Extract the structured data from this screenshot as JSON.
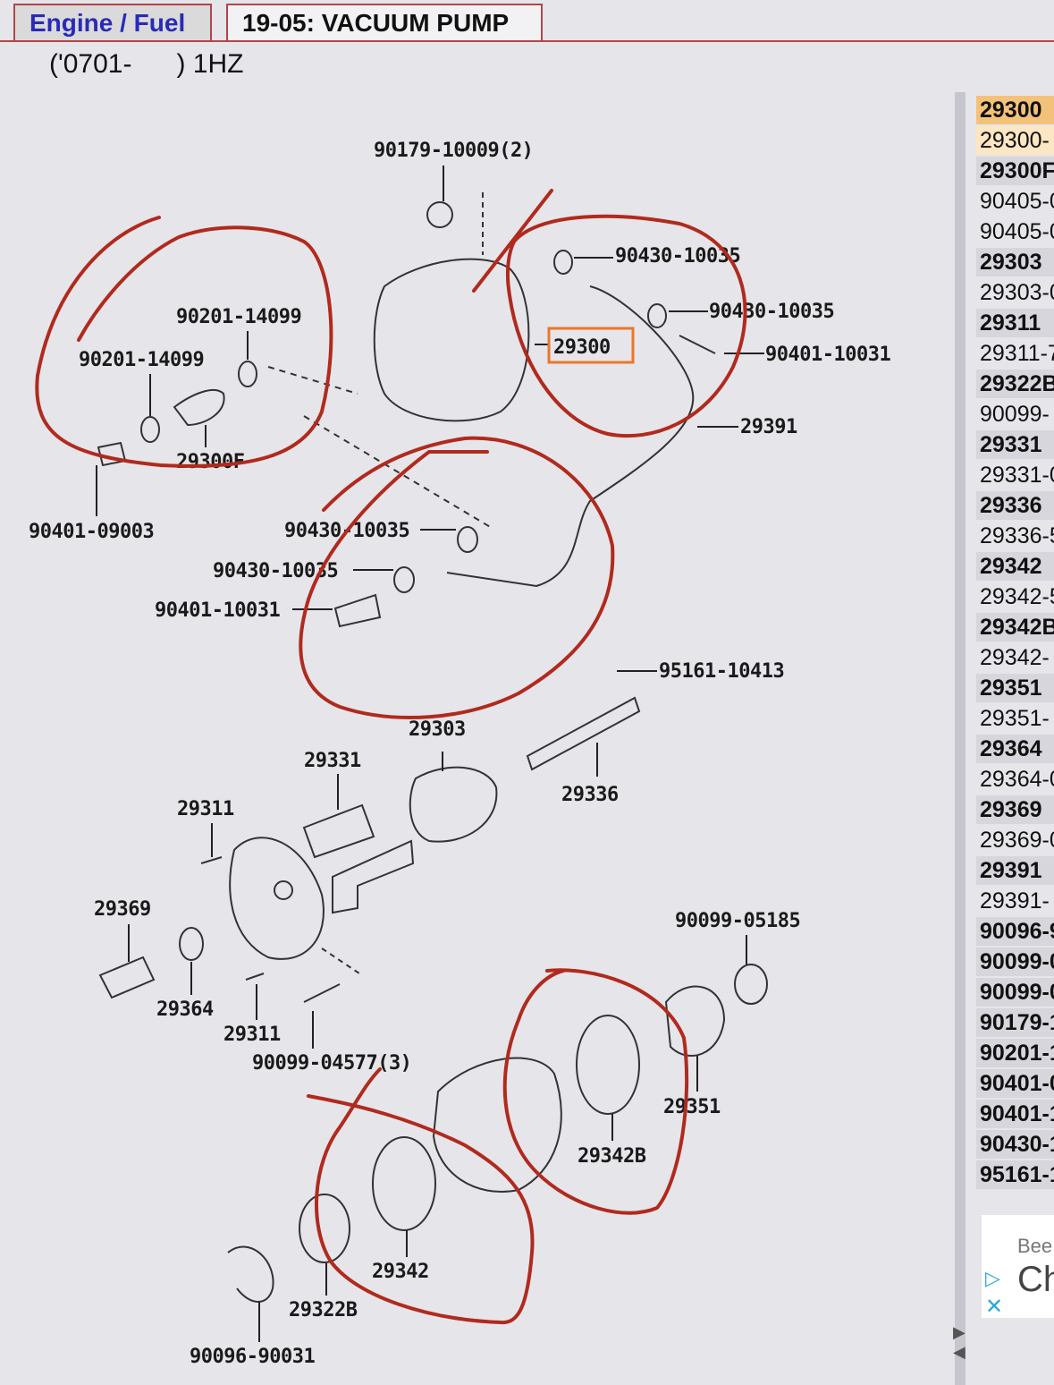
{
  "tabs": [
    {
      "label": "Engine / Fuel"
    },
    {
      "label": "19-05: VACUUM PUMP"
    }
  ],
  "subtitle": "('0701-      ) 1HZ",
  "diagram": {
    "labels": [
      "90179-10009(2)",
      "90430-10035",
      "90430-10035",
      "29300",
      "90401-10031",
      "29391",
      "90201-14099",
      "90201-14099",
      "29300F",
      "90401-09003",
      "90430-10035",
      "90430-10035",
      "90401-10031",
      "95161-10413",
      "29303",
      "29331",
      "29336",
      "29311",
      "29369",
      "90099-05185",
      "29364",
      "29311",
      "90099-04577(3)",
      "29351",
      "29342B",
      "29342",
      "29322B",
      "90096-90031"
    ],
    "highlight_color": "#e8782a",
    "annotation_color": "#b02a1e"
  },
  "parts_list": [
    {
      "text": "29300",
      "bold": true,
      "state": "selected"
    },
    {
      "text": "29300-",
      "bold": false,
      "state": "selected-sub"
    },
    {
      "text": "29300F",
      "bold": true
    },
    {
      "text": "90405-0",
      "bold": false
    },
    {
      "text": "90405-0",
      "bold": false
    },
    {
      "text": "29303",
      "bold": true
    },
    {
      "text": "29303-0",
      "bold": false
    },
    {
      "text": "29311",
      "bold": true
    },
    {
      "text": "29311-7",
      "bold": false
    },
    {
      "text": "29322B",
      "bold": true
    },
    {
      "text": "90099-",
      "bold": false
    },
    {
      "text": "29331",
      "bold": true
    },
    {
      "text": "29331-0",
      "bold": false
    },
    {
      "text": "29336",
      "bold": true
    },
    {
      "text": "29336-5",
      "bold": false
    },
    {
      "text": "29342",
      "bold": true
    },
    {
      "text": "29342-5",
      "bold": false
    },
    {
      "text": "29342B",
      "bold": true
    },
    {
      "text": "29342-",
      "bold": false
    },
    {
      "text": "29351",
      "bold": true
    },
    {
      "text": "29351-",
      "bold": false
    },
    {
      "text": "29364",
      "bold": true
    },
    {
      "text": "29364-0",
      "bold": false
    },
    {
      "text": "29369",
      "bold": true
    },
    {
      "text": "29369-0",
      "bold": false
    },
    {
      "text": "29391",
      "bold": true
    },
    {
      "text": "29391-",
      "bold": false
    },
    {
      "text": "90096-9",
      "bold": true
    },
    {
      "text": "90099-0",
      "bold": true
    },
    {
      "text": "90099-0",
      "bold": true
    },
    {
      "text": "90179-1",
      "bold": true
    },
    {
      "text": "90201-1",
      "bold": true
    },
    {
      "text": "90401-0",
      "bold": true
    },
    {
      "text": "90401-1",
      "bold": true
    },
    {
      "text": "90430-1",
      "bold": true
    },
    {
      "text": "95161-1",
      "bold": true
    }
  ],
  "ad": {
    "line1": "Bee",
    "line2": "Ch",
    "icon1": "adchoices-icon",
    "icon2": "close-icon"
  },
  "scroll_arrows": {
    "right": "▶",
    "left": "◀"
  }
}
